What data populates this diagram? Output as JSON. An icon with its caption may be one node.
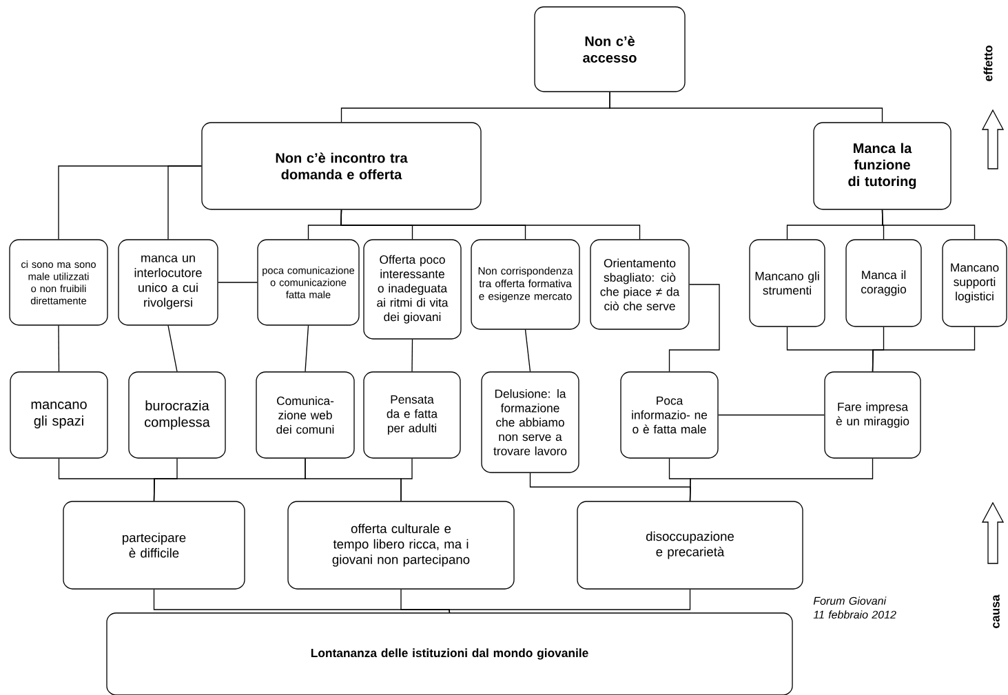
{
  "diagram": {
    "nodes": [
      {
        "text": [
          "Non c’è accesso"
        ]
      },
      {
        "text": [
          "Non c’è incontro tra domanda e offerta"
        ]
      },
      {
        "text": [
          "Manca la funzione di tutoring"
        ]
      },
      {
        "text": [
          "ci sono ma sono male utilizzati o non fruibili direttamente"
        ]
      },
      {
        "text": [
          "manca un interlocutore unico a cui rivolgersi"
        ]
      },
      {
        "text": [
          "poca comunicazione o comunicazione fatta male"
        ]
      },
      {
        "text": [
          "Offerta poco interessante o inadeguata ai ritmi di vita dei giovani"
        ]
      },
      {
        "text": [
          "Non corrispondenza tra offerta formativa e esigenze mercato"
        ]
      },
      {
        "text": [
          "Orientamento sbagliato: ciò che piace ≠ da ciò che serve"
        ]
      },
      {
        "text": [
          "Mancano gli strumenti"
        ]
      },
      {
        "text": [
          "Manca il coraggio"
        ]
      },
      {
        "text": [
          "Mancano supporti logistici"
        ]
      },
      {
        "text": [
          "mancano gli spazi"
        ]
      },
      {
        "text": [
          "burocrazia complessa"
        ]
      },
      {
        "text": [
          "Comunica- zione web dei comuni"
        ]
      },
      {
        "text": [
          "Pensata da e fatta per adulti"
        ]
      },
      {
        "text": [
          "Delusione: la formazione che abbiamo non serve a trovare lavoro"
        ]
      },
      {
        "text": [
          "Poca informazio- ne o è fatta male"
        ]
      },
      {
        "text": [
          "Fare impresa è un miraggio"
        ]
      },
      {
        "text": [
          "partecipare è difficile"
        ]
      },
      {
        "text": [
          "offerta culturale e tempo libero ricca, ma i giovani non partecipano"
        ]
      },
      {
        "text": [
          "disoccupazione e precarietà"
        ]
      },
      {
        "text": [
          "Lontananza delle istituzioni dal mondo giovanile"
        ]
      }
    ],
    "edges": [
      {
        "from": 1,
        "to": 0,
        "arrow": "none"
      },
      {
        "from": 2,
        "to": 0,
        "arrow": "none"
      },
      {
        "from": 3,
        "to": 1,
        "arrow": "none"
      },
      {
        "from": 4,
        "to": 1,
        "arrow": "none"
      },
      {
        "from": 4,
        "to": 5,
        "arrow": "none"
      },
      {
        "from": 5,
        "to": 1,
        "arrow": "none"
      },
      {
        "from": 6,
        "to": 1,
        "arrow": "none"
      },
      {
        "from": 7,
        "to": 1,
        "arrow": "none"
      },
      {
        "from": 8,
        "to": 1,
        "arrow": "none"
      },
      {
        "from": 9,
        "to": 2,
        "arrow": "none"
      },
      {
        "from": 10,
        "to": 2,
        "arrow": "none"
      },
      {
        "from": 11,
        "to": 2,
        "arrow": "none"
      },
      {
        "from": 3,
        "to": 12,
        "arrow": "none"
      },
      {
        "from": 4,
        "to": 13,
        "arrow": "none"
      },
      {
        "from": 5,
        "to": 14,
        "arrow": "none"
      },
      {
        "from": 6,
        "to": 15,
        "arrow": "none"
      },
      {
        "from": 7,
        "to": 16,
        "arrow": "none"
      },
      {
        "from": 8,
        "to": 17,
        "arrow": "none"
      },
      {
        "from": 9,
        "to": 18,
        "arrow": "none"
      },
      {
        "from": 10,
        "to": 18,
        "arrow": "none"
      },
      {
        "from": 11,
        "to": 18,
        "arrow": "none"
      },
      {
        "from": 17,
        "to": 18,
        "arrow": "none"
      },
      {
        "from": 12,
        "to": 19,
        "arrow": "none"
      },
      {
        "from": 13,
        "to": 19,
        "arrow": "none"
      },
      {
        "from": 14,
        "to": 19,
        "arrow": "none"
      },
      {
        "from": 14,
        "to": 20,
        "arrow": "none"
      },
      {
        "from": 15,
        "to": 20,
        "arrow": "none"
      },
      {
        "from": 16,
        "to": 21,
        "arrow": "none"
      },
      {
        "from": 17,
        "to": 21,
        "arrow": "none"
      },
      {
        "from": 18,
        "to": 21,
        "arrow": "none"
      },
      {
        "from": 19,
        "to": 22,
        "arrow": "none"
      },
      {
        "from": 20,
        "to": 22,
        "arrow": "none"
      },
      {
        "from": 21,
        "to": 22,
        "arrow": "none"
      }
    ],
    "labels": [
      "effetto",
      "Forum Giovani 11 febbraio 2012",
      "causa"
    ]
  }
}
